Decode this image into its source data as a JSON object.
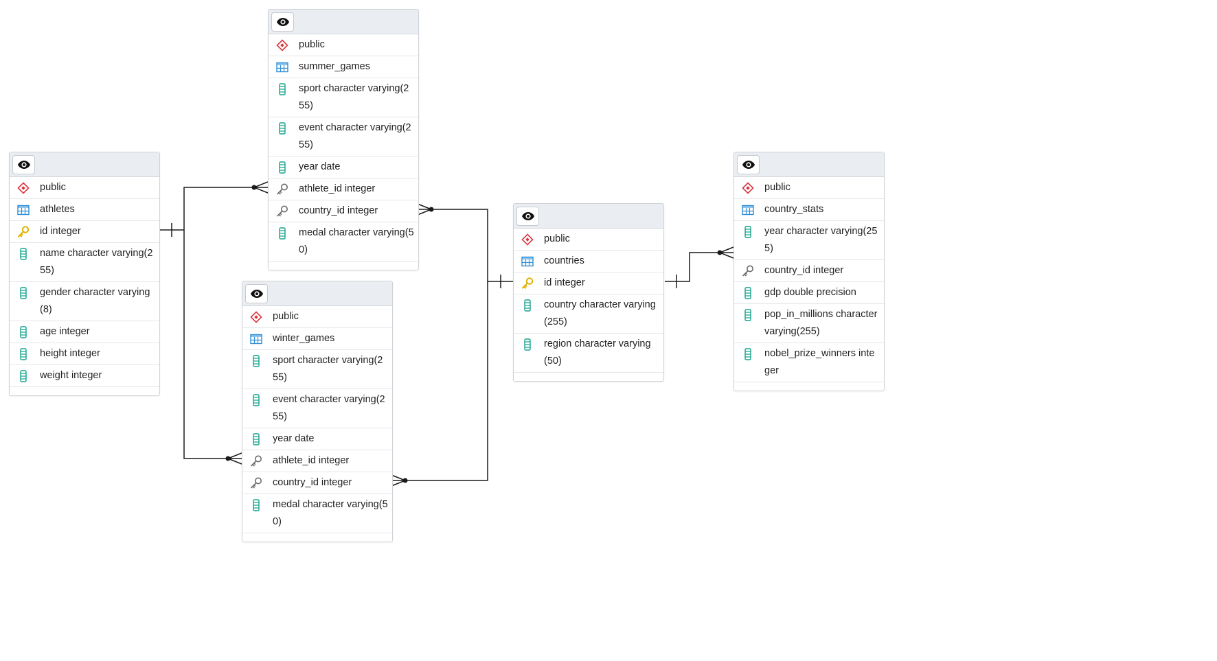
{
  "colors": {
    "schema": "#d9363e",
    "table": "#2f8fd8",
    "pk": "#e0b100",
    "fk": "#6b6b6b",
    "column": "#17a38c",
    "line": "#1a1a1a"
  },
  "tables": {
    "athletes": {
      "schema": "public",
      "name": "athletes",
      "columns": [
        {
          "label": "id integer",
          "icon": "primary-key-icon"
        },
        {
          "label": "name character varying(255)",
          "icon": "column-icon"
        },
        {
          "label": "gender character varying(8)",
          "icon": "column-icon"
        },
        {
          "label": "age integer",
          "icon": "column-icon"
        },
        {
          "label": "height integer",
          "icon": "column-icon"
        },
        {
          "label": "weight integer",
          "icon": "column-icon"
        }
      ]
    },
    "summer_games": {
      "schema": "public",
      "name": "summer_games",
      "columns": [
        {
          "label": "sport character varying(255)",
          "icon": "column-icon"
        },
        {
          "label": "event character varying(255)",
          "icon": "column-icon"
        },
        {
          "label": "year date",
          "icon": "column-icon"
        },
        {
          "label": "athlete_id integer",
          "icon": "foreign-key-icon"
        },
        {
          "label": "country_id integer",
          "icon": "foreign-key-icon"
        },
        {
          "label": "medal character varying(50)",
          "icon": "column-icon"
        }
      ]
    },
    "winter_games": {
      "schema": "public",
      "name": "winter_games",
      "columns": [
        {
          "label": "sport character varying(255)",
          "icon": "column-icon"
        },
        {
          "label": "event character varying(255)",
          "icon": "column-icon"
        },
        {
          "label": "year date",
          "icon": "column-icon"
        },
        {
          "label": "athlete_id integer",
          "icon": "foreign-key-icon"
        },
        {
          "label": "country_id integer",
          "icon": "foreign-key-icon"
        },
        {
          "label": "medal character varying(50)",
          "icon": "column-icon"
        }
      ]
    },
    "countries": {
      "schema": "public",
      "name": "countries",
      "columns": [
        {
          "label": "id integer",
          "icon": "primary-key-icon"
        },
        {
          "label": "country character varying(255)",
          "icon": "column-icon"
        },
        {
          "label": "region character varying(50)",
          "icon": "column-icon"
        }
      ]
    },
    "country_stats": {
      "schema": "public",
      "name": "country_stats",
      "columns": [
        {
          "label": "year character varying(255)",
          "icon": "column-icon"
        },
        {
          "label": "country_id integer",
          "icon": "foreign-key-icon"
        },
        {
          "label": "gdp double precision",
          "icon": "column-icon"
        },
        {
          "label": "pop_in_millions character varying(255)",
          "icon": "column-icon"
        },
        {
          "label": "nobel_prize_winners integer",
          "icon": "column-icon"
        }
      ]
    }
  },
  "relationships": [
    {
      "from": "athletes.id",
      "to": "summer_games.athlete_id",
      "type": "one-to-many"
    },
    {
      "from": "athletes.id",
      "to": "winter_games.athlete_id",
      "type": "one-to-many"
    },
    {
      "from": "countries.id",
      "to": "summer_games.country_id",
      "type": "one-to-many"
    },
    {
      "from": "countries.id",
      "to": "winter_games.country_id",
      "type": "one-to-many"
    },
    {
      "from": "countries.id",
      "to": "country_stats.country_id",
      "type": "one-to-many"
    }
  ]
}
